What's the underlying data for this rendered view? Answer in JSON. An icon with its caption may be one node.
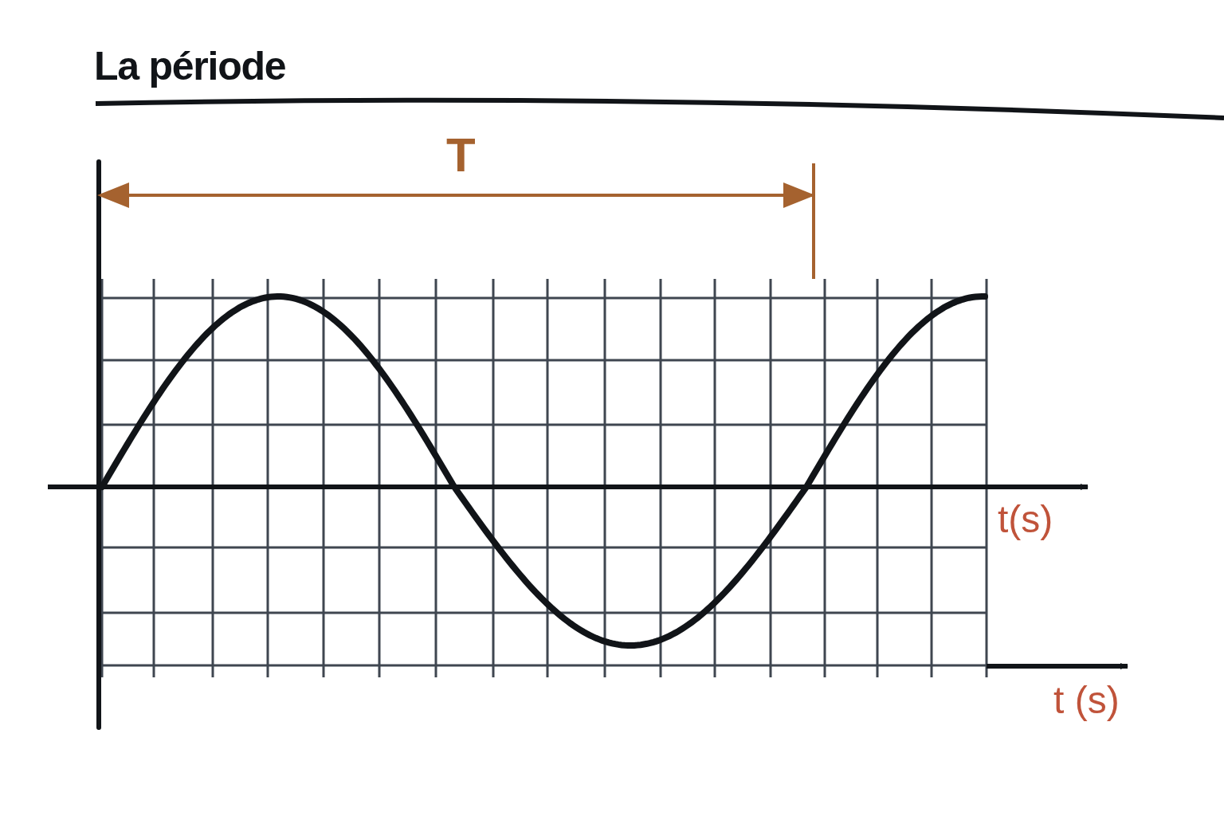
{
  "diagram": {
    "title": "La période",
    "labels": [
      "T",
      "t(s)",
      "t (s)"
    ]
  }
}
